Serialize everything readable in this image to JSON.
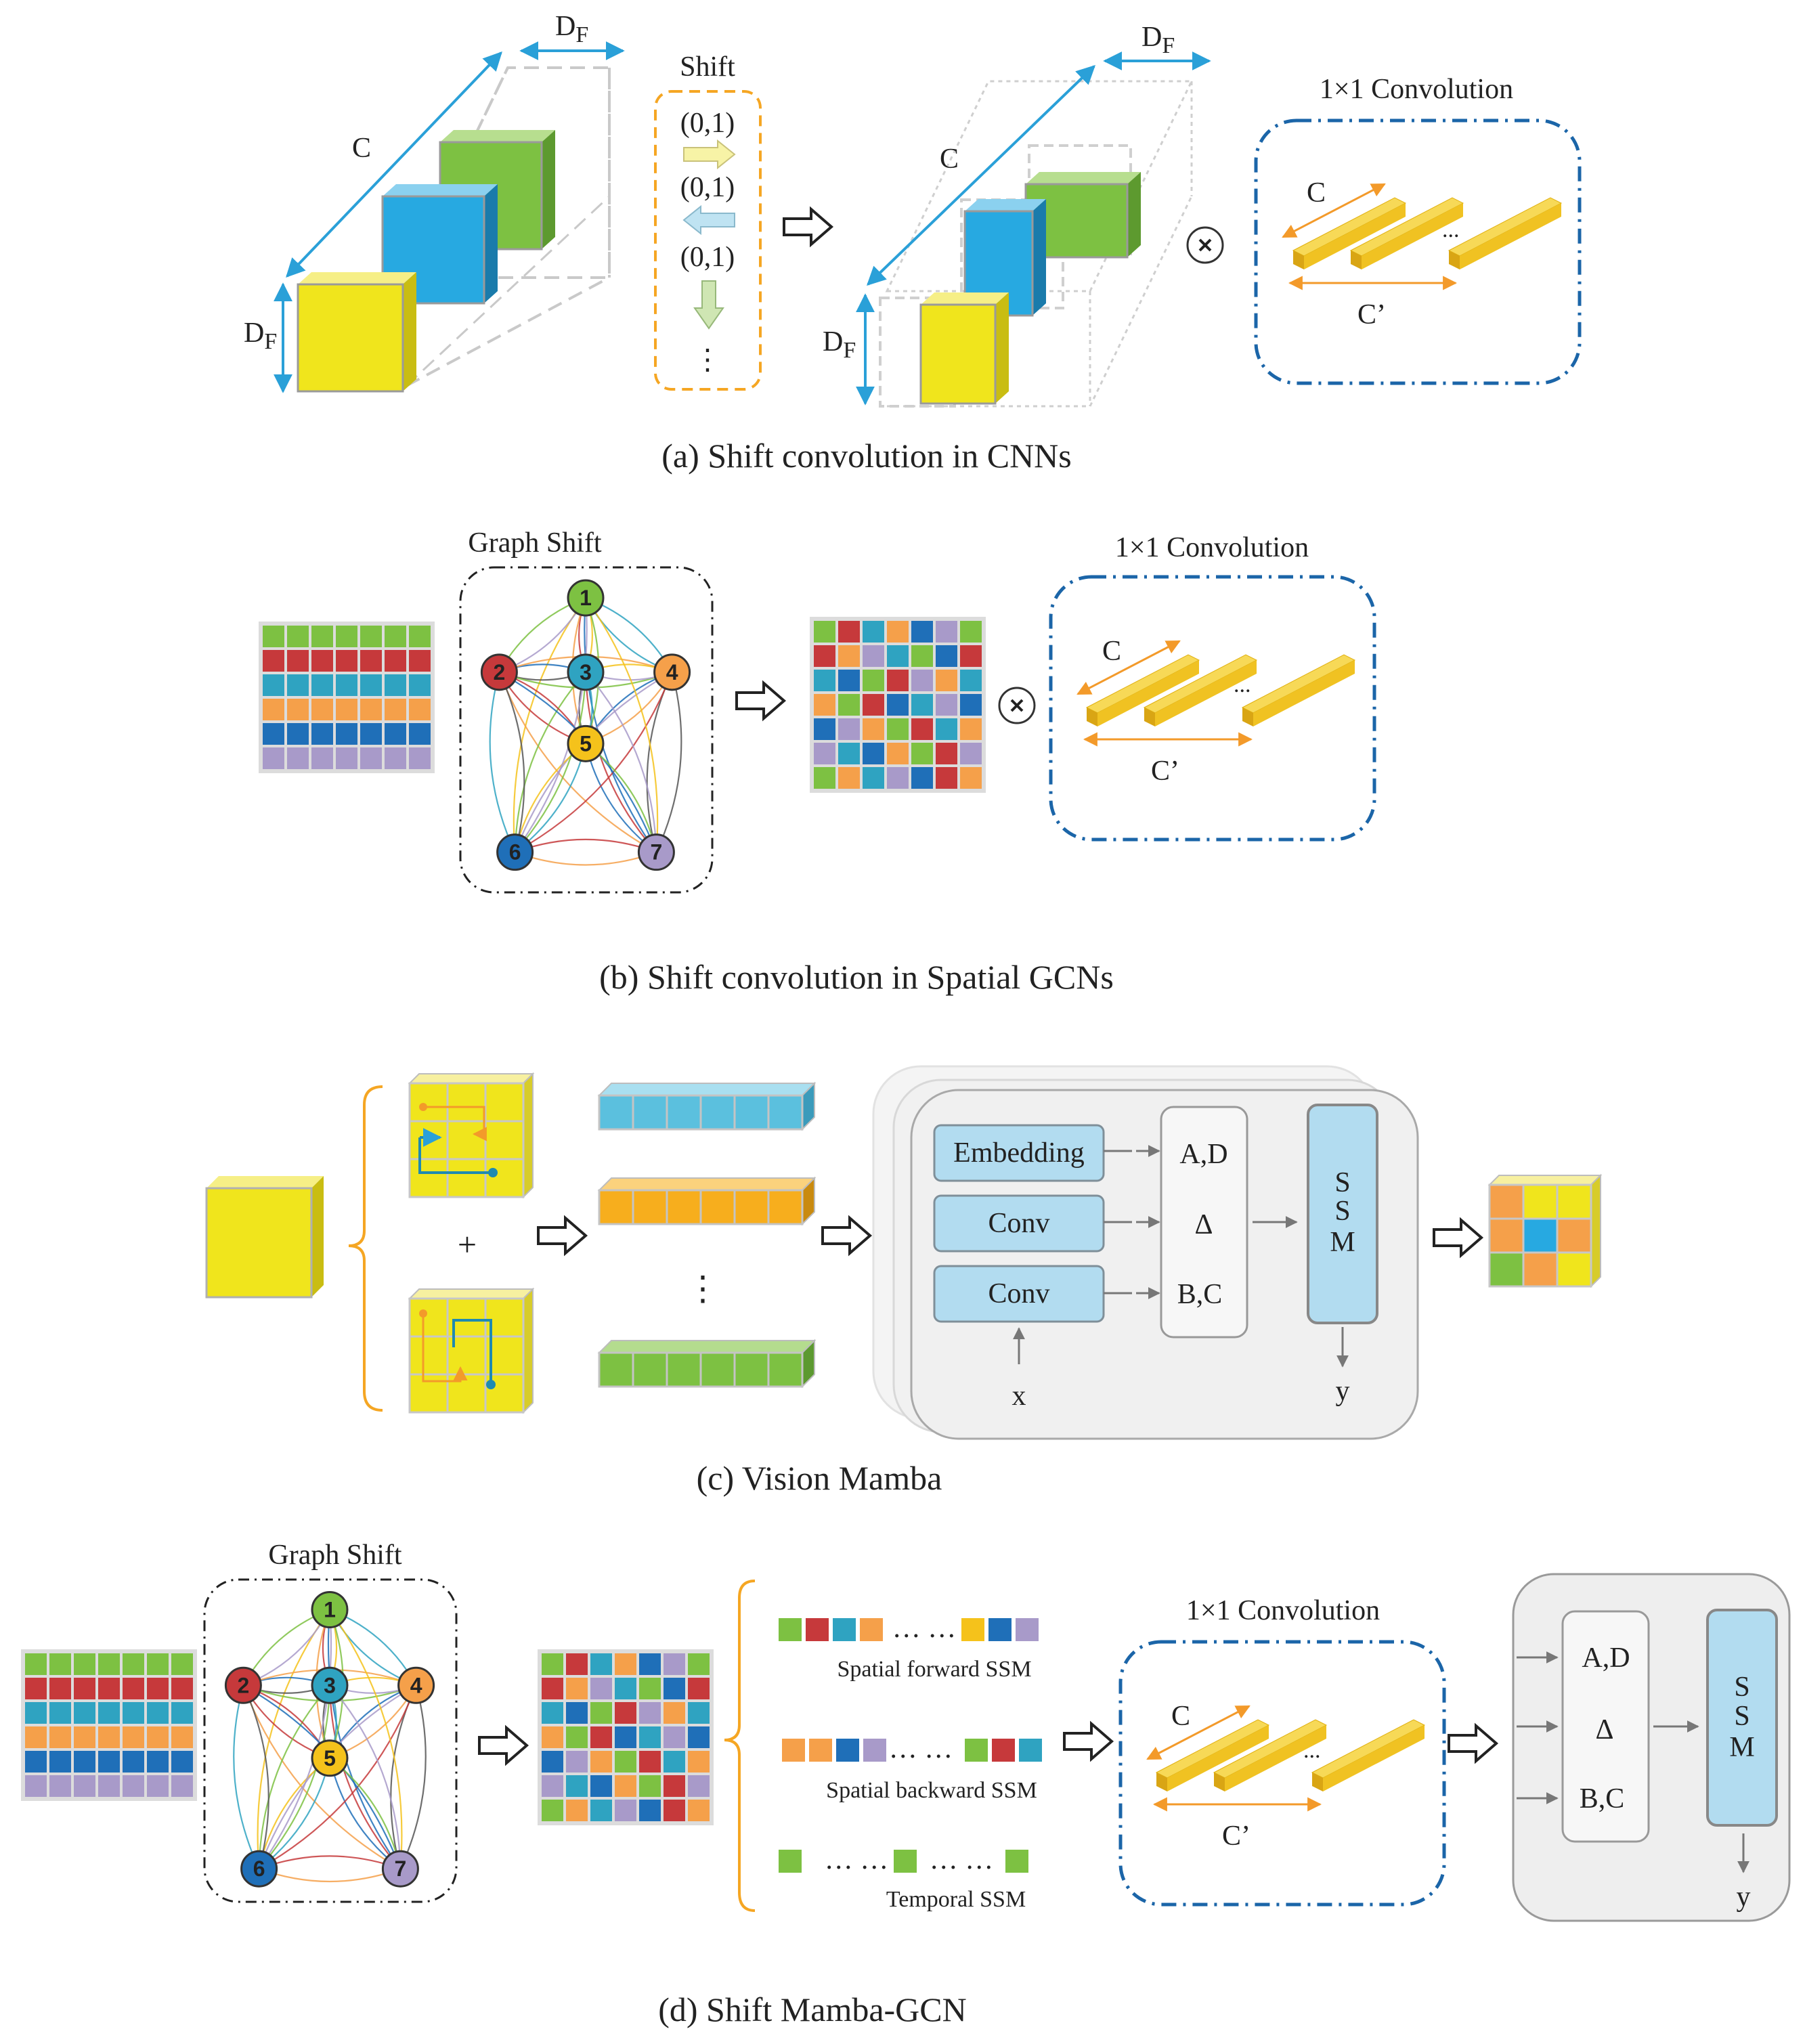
{
  "panel_a": {
    "caption": "(a) Shift convolution in CNNs",
    "shift_title": "Shift",
    "shift_labels": [
      "(0,1)",
      "(0,1)",
      "(0,1)"
    ],
    "dots": "⋮",
    "dim_c": "C",
    "dim_df": "D",
    "dim_df_sub": "F",
    "conv_title": "1×1 Convolution",
    "conv_c": "C",
    "conv_cprime": "C’",
    "conv_dots": "...",
    "times": "×"
  },
  "panel_b": {
    "caption": "(b) Shift convolution in Spatial GCNs",
    "graph_title": "Graph Shift",
    "nodes": [
      "1",
      "2",
      "3",
      "4",
      "5",
      "6",
      "7"
    ],
    "conv_title": "1×1 Convolution",
    "conv_c": "C",
    "conv_cprime": "C’",
    "conv_dots": "...",
    "times": "×"
  },
  "panel_c": {
    "caption": "(c) Vision Mamba",
    "plus": "+",
    "vdots": "⋮",
    "embedding": "Embedding",
    "conv1": "Conv",
    "conv2": "Conv",
    "ad": "A,D",
    "delta": "Δ",
    "bc": "B,C",
    "ssm": [
      "S",
      "S",
      "M"
    ],
    "x": "x",
    "y": "y"
  },
  "panel_d": {
    "caption": "(d) Shift Mamba-GCN",
    "graph_title": "Graph Shift",
    "nodes": [
      "1",
      "2",
      "3",
      "4",
      "5",
      "6",
      "7"
    ],
    "forward_label": "Spatial forward SSM",
    "backward_label": "Spatial backward SSM",
    "temporal_label": "Temporal SSM",
    "ellipsis": "… …",
    "conv_title": "1×1 Convolution",
    "conv_c": "C",
    "conv_cprime": "C’",
    "conv_dots": "...",
    "ad": "A,D",
    "delta": "Δ",
    "bc": "B,C",
    "ssm": [
      "S",
      "S",
      "M"
    ],
    "y": "y"
  },
  "colors": {
    "green": "#7dc142",
    "red": "#c6393b",
    "teal": "#2fa3c1",
    "orange": "#f5a04a",
    "blue": "#1f6fb8",
    "purple": "#a89ac9",
    "yellow": "#f0e51c",
    "sky": "#27a9e1",
    "lightblue": "#b2dcf0",
    "gold": "#f5c21b",
    "convframe": "#1b65a8"
  }
}
